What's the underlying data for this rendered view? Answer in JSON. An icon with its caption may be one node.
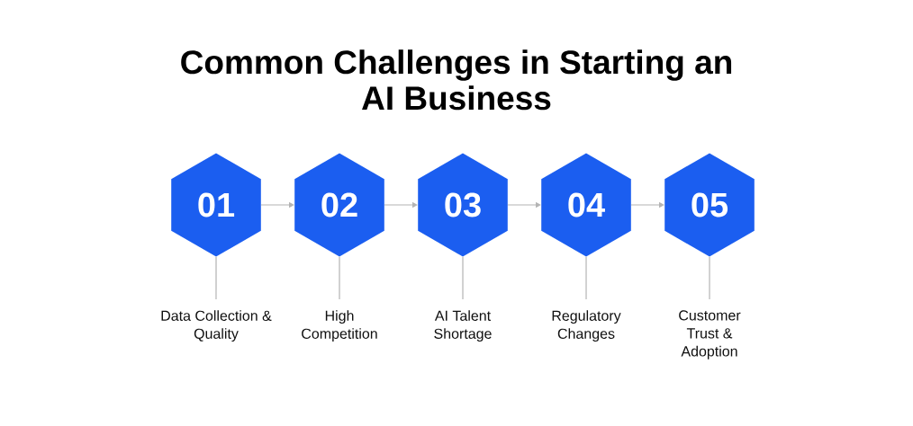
{
  "diagram": {
    "title": "Common Challenges in Starting an AI Business",
    "nodes": [
      {
        "text": [
          "01"
        ]
      },
      {
        "text": [
          "02"
        ]
      },
      {
        "text": [
          "03"
        ]
      },
      {
        "text": [
          "04"
        ]
      },
      {
        "text": [
          "05"
        ]
      },
      {
        "text": [
          "Data Collection & Quality"
        ]
      },
      {
        "text": [
          "High Competition"
        ]
      },
      {
        "text": [
          "AI Talent Shortage"
        ]
      },
      {
        "text": [
          "Regulatory Changes"
        ]
      },
      {
        "text": [
          "Customer Trust & Adoption"
        ]
      }
    ],
    "edges": [
      {
        "from": 0,
        "to": 1,
        "arrow": "to"
      },
      {
        "from": 1,
        "to": 2,
        "arrow": "to"
      },
      {
        "from": 2,
        "to": 3,
        "arrow": "to"
      },
      {
        "from": 3,
        "to": 4,
        "arrow": "to"
      },
      {
        "from": 0,
        "to": 5,
        "arrow": "none"
      },
      {
        "from": 1,
        "to": 6,
        "arrow": "none"
      },
      {
        "from": 2,
        "to": 7,
        "arrow": "none"
      },
      {
        "from": 3,
        "to": 8,
        "arrow": "none"
      },
      {
        "from": 4,
        "to": 9,
        "arrow": "none"
      }
    ]
  }
}
